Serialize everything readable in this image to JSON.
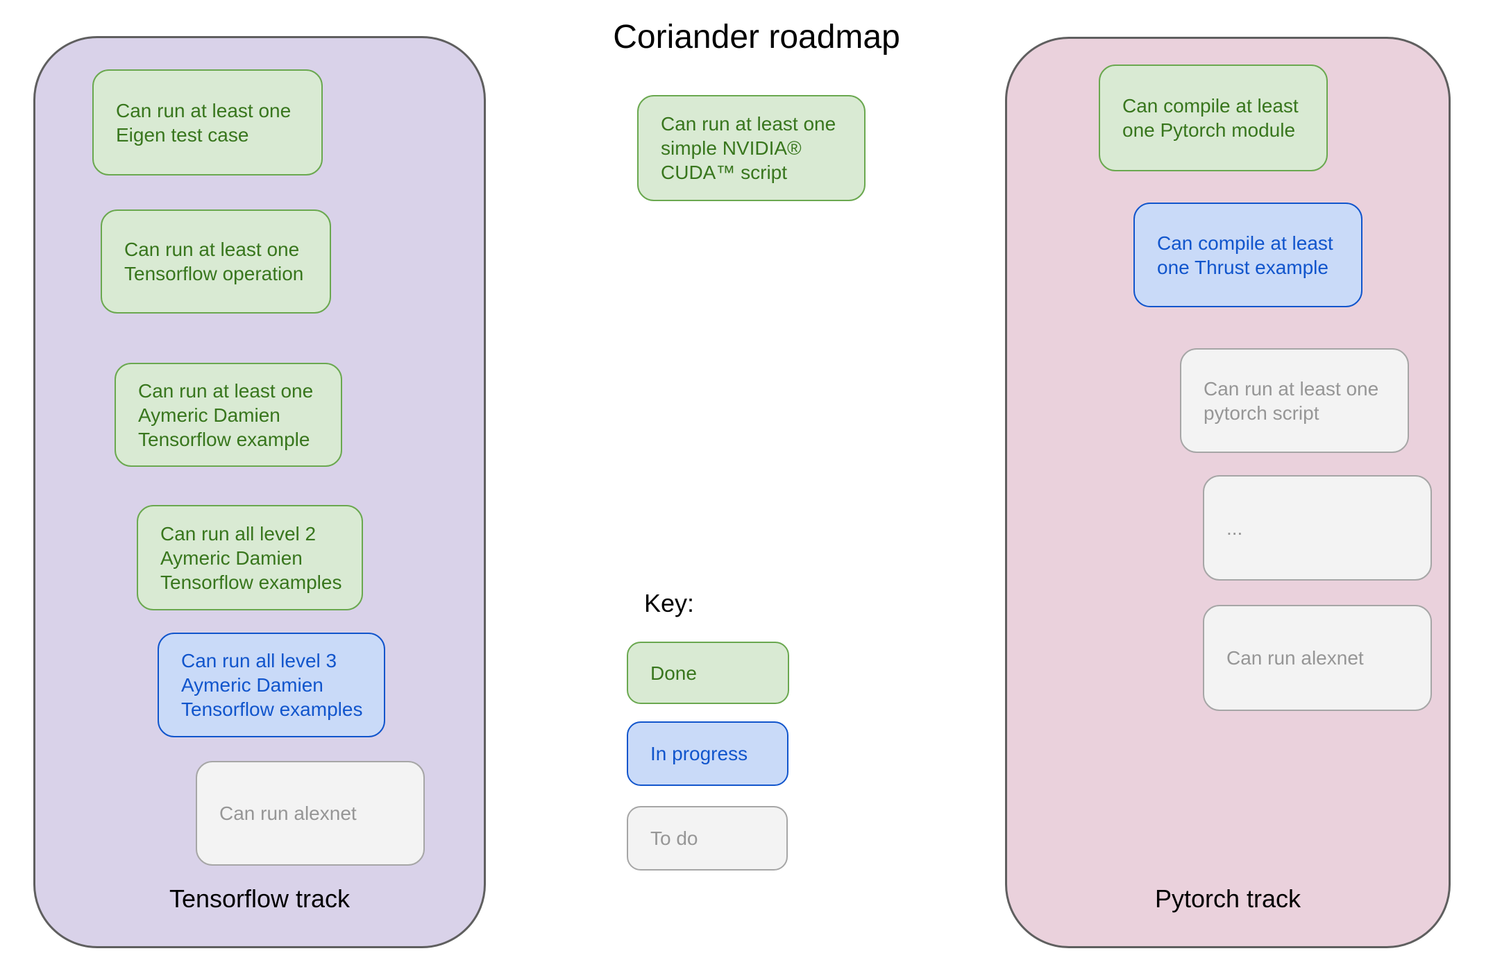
{
  "title": "Coriander roadmap",
  "colors": {
    "title_text": "#000000",
    "panel_border": "#5f5f5f",
    "tensorflow_panel_bg": "#d9d2e9",
    "pytorch_panel_bg": "#ead1dc",
    "done_bg": "#d9ead3",
    "done_border": "#6aa84f",
    "done_text": "#38761d",
    "progress_bg": "#c9daf8",
    "progress_border": "#1155cc",
    "progress_text": "#1155cc",
    "todo_bg": "#f3f3f3",
    "todo_border": "#a6a6a6",
    "todo_text": "#969696"
  },
  "standalone": {
    "cuda_box": {
      "text": "Can run at least one\nsimple NVIDIA®\nCUDA™ script",
      "status": "done"
    }
  },
  "key": {
    "label": "Key:",
    "items": [
      {
        "label": "Done",
        "status": "done"
      },
      {
        "label": "In progress",
        "status": "in-progress"
      },
      {
        "label": "To do",
        "status": "todo"
      }
    ]
  },
  "tracks": {
    "tensorflow": {
      "label": "Tensorflow track",
      "boxes": [
        {
          "text": "Can run at least one\nEigen test case",
          "status": "done"
        },
        {
          "text": "Can run at least one\nTensorflow operation",
          "status": "done"
        },
        {
          "text": "Can run at least one\nAymeric Damien\nTensorflow example",
          "status": "done"
        },
        {
          "text": "Can run all level 2\nAymeric Damien\nTensorflow examples",
          "status": "done"
        },
        {
          "text": "Can run all level 3\nAymeric Damien\nTensorflow examples",
          "status": "in-progress"
        },
        {
          "text": "Can run alexnet",
          "status": "todo"
        }
      ]
    },
    "pytorch": {
      "label": "Pytorch track",
      "boxes": [
        {
          "text": "Can compile at least\none Pytorch module",
          "status": "done"
        },
        {
          "text": "Can compile at least\none Thrust example",
          "status": "in-progress"
        },
        {
          "text": "Can run at least one\npytorch script",
          "status": "todo"
        },
        {
          "text": "...",
          "status": "todo"
        },
        {
          "text": "Can run alexnet",
          "status": "todo"
        }
      ]
    }
  }
}
